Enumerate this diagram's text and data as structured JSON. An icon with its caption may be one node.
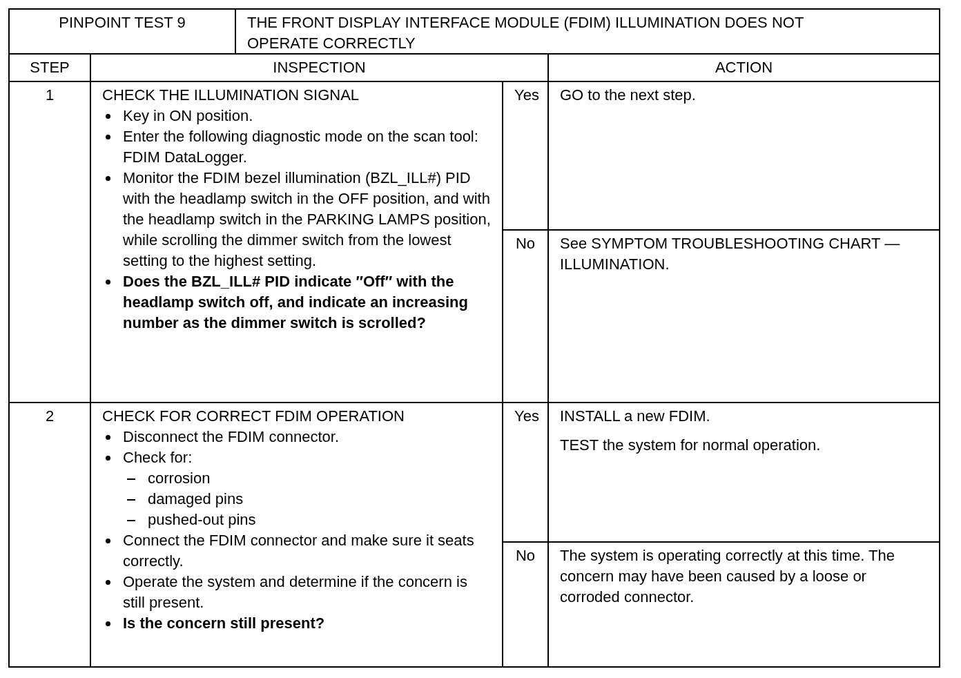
{
  "diagram": {
    "labels": [
      "PINPOINT TEST 9",
      "THE FRONT DISPLAY INTERFACE MODULE (FDIM) ILLUMINATION DOES NOT OPERATE CORRECTLY",
      "STEP",
      "INSPECTION",
      "ACTION",
      "1",
      "CHECK THE ILLUMINATION SIGNAL",
      "Key in ON position.",
      "Enter the following diagnostic mode on the scan tool: FDIM DataLogger.",
      "Monitor the FDIM bezel illumination (BZL_ILL#) PID with the headlamp switch in the OFF position, and with the headlamp switch in the PARKING LAMPS position, while scrolling the dimmer switch from the lowest setting to the highest setting.",
      "**Does the BZL_ILL# PID indicate ″Off″ with the headlamp switch off, and indicate an increasing number as the dimmer switch is scrolled?**",
      "Yes",
      "GO to the next step.",
      "No",
      "See SYMPTOM TROUBLESHOOTING CHART — ILLUMINATION.",
      "2",
      "CHECK FOR CORRECT FDIM OPERATION",
      "Disconnect the FDIM connector.",
      "Check for:",
      "corrosion",
      "damaged pins",
      "pushed-out pins",
      "Connect the FDIM connector and make sure it seats correctly.",
      "Operate the system and determine if the concern is still present.",
      "**Is the concern still present?**",
      "Yes",
      "INSTALL a new FDIM.",
      "TEST the system for normal operation.",
      "No",
      "The system is operating correctly at this time. The concern may have been caused by a loose or corroded connector."
    ]
  }
}
